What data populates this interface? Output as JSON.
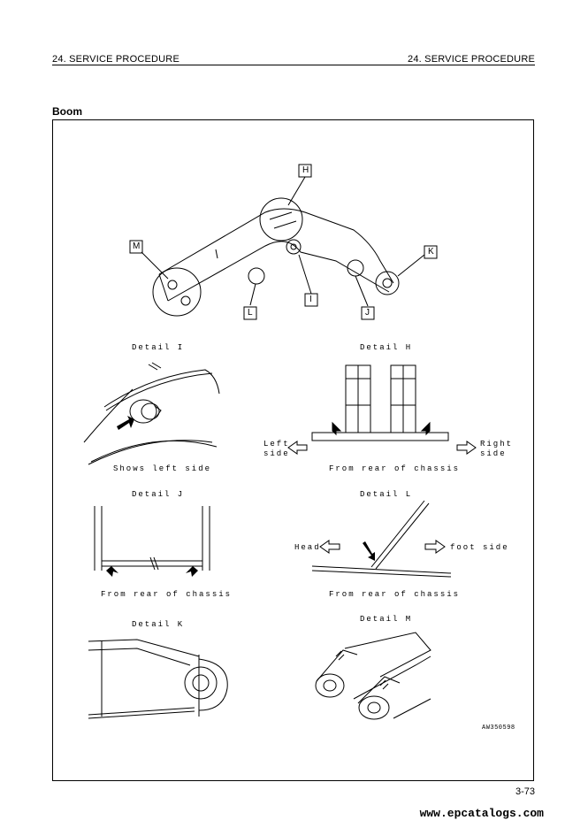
{
  "header": {
    "left": "24. SERVICE PROCEDURE",
    "right": "24. SERVICE PROCEDURE"
  },
  "section_title": "Boom",
  "callouts": {
    "h": "H",
    "k": "K",
    "m": "M",
    "l": "L",
    "i": "I",
    "j": "J"
  },
  "details": {
    "i": {
      "title": "Detail I",
      "caption": "Shows left side"
    },
    "h": {
      "title": "Detail H",
      "caption": "From rear of chassis",
      "left_label_1": "Left",
      "left_label_2": "side",
      "right_label_1": "Right",
      "right_label_2": "side"
    },
    "j": {
      "title": "Detail J",
      "caption": "From rear of chassis"
    },
    "l": {
      "title": "Detail L",
      "caption": "From rear of chassis",
      "left_label": "Head",
      "right_label": "foot side"
    },
    "k": {
      "title": "Detail K"
    },
    "m": {
      "title": "Detail M"
    }
  },
  "figure_code": "AW350598",
  "page_number": "3-73",
  "site": "www.epcatalogs.com"
}
